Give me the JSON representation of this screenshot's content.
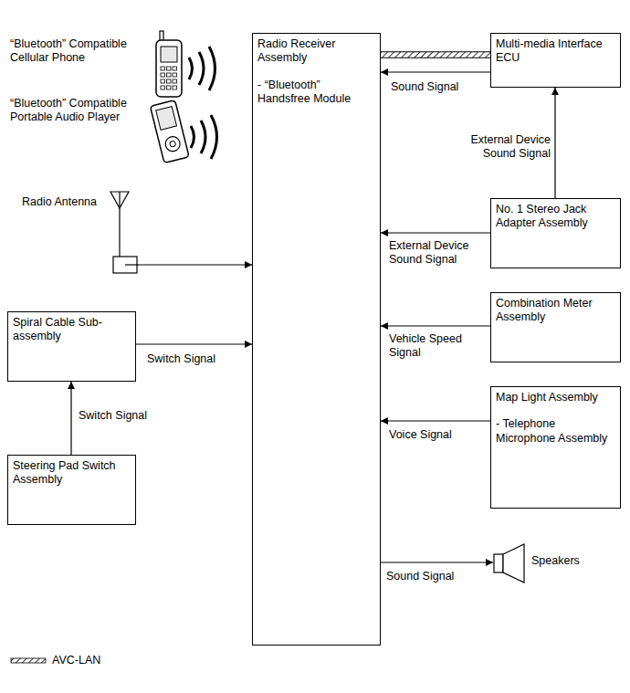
{
  "diagram": {
    "nodes": [
      {
        "text": [
          "Radio Receiver Assembly",
          "- “Bluetooth” Handsfree Module"
        ]
      },
      {
        "text": [
          "Multi-media Interface ECU"
        ]
      },
      {
        "text": [
          "Radio Antenna"
        ]
      },
      {
        "text": [
          "No. 1 Stereo Jack Adapter Assembly"
        ]
      },
      {
        "text": [
          "Spiral Cable Sub-assembly"
        ]
      },
      {
        "text": [
          "Combination Meter Assembly"
        ]
      },
      {
        "text": [
          "Map Light Assembly",
          "- Telephone Microphone Assembly"
        ]
      },
      {
        "text": [
          "Steering Pad Switch Assembly"
        ]
      },
      {
        "text": [
          "Speakers"
        ]
      }
    ],
    "edges": [
      {
        "from": 1,
        "to": 0,
        "arrow": "none"
      },
      {
        "from": 1,
        "to": 0,
        "label": "Sound Signal",
        "arrow": "to"
      },
      {
        "from": 3,
        "to": 1,
        "label": "External Device Sound Signal",
        "arrow": "to"
      },
      {
        "from": 2,
        "to": 0,
        "arrow": "to"
      },
      {
        "from": 3,
        "to": 0,
        "label": "External Device Sound Signal",
        "arrow": "to"
      },
      {
        "from": 4,
        "to": 0,
        "label": "Switch Signal",
        "arrow": "to"
      },
      {
        "from": 5,
        "to": 0,
        "label": "Vehicle Speed Signal",
        "arrow": "to"
      },
      {
        "from": 7,
        "to": 4,
        "label": "Switch Signal",
        "arrow": "to"
      },
      {
        "from": 6,
        "to": 0,
        "label": "Voice Signal",
        "arrow": "to"
      },
      {
        "from": 0,
        "to": 8,
        "label": "Sound Signal",
        "arrow": "to"
      }
    ],
    "labels": [
      "“Bluetooth” Compatible Cellular Phone",
      "“Bluetooth” Compatible Portable Audio Player"
    ],
    "legend": [
      {
        "text": "AVC-LAN"
      }
    ]
  }
}
